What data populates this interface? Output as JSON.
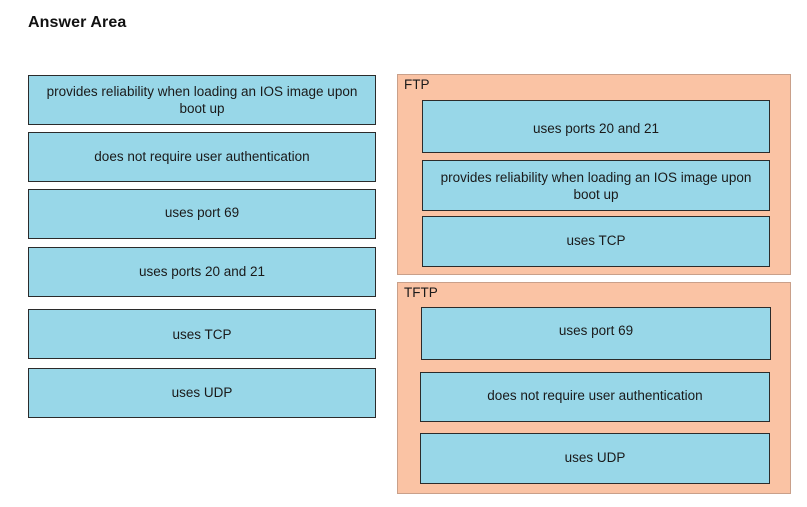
{
  "header": {
    "title": "Answer Area"
  },
  "source_items": [
    "provides reliability when loading an IOS image upon boot up",
    "does not require user authentication",
    "uses port 69",
    "uses ports 20 and 21",
    "uses TCP",
    "uses UDP"
  ],
  "targets": {
    "ftp": {
      "label": "FTP",
      "items": [
        "uses ports 20 and 21",
        "provides reliability when loading an IOS image upon boot up",
        "uses TCP"
      ]
    },
    "tftp": {
      "label": "TFTP",
      "items": [
        "uses port 69",
        "does not require user authentication",
        "uses UDP"
      ]
    }
  },
  "colors": {
    "tile": "#98d7e8",
    "zone": "#fac3a4",
    "border": "#2b2b2b"
  }
}
